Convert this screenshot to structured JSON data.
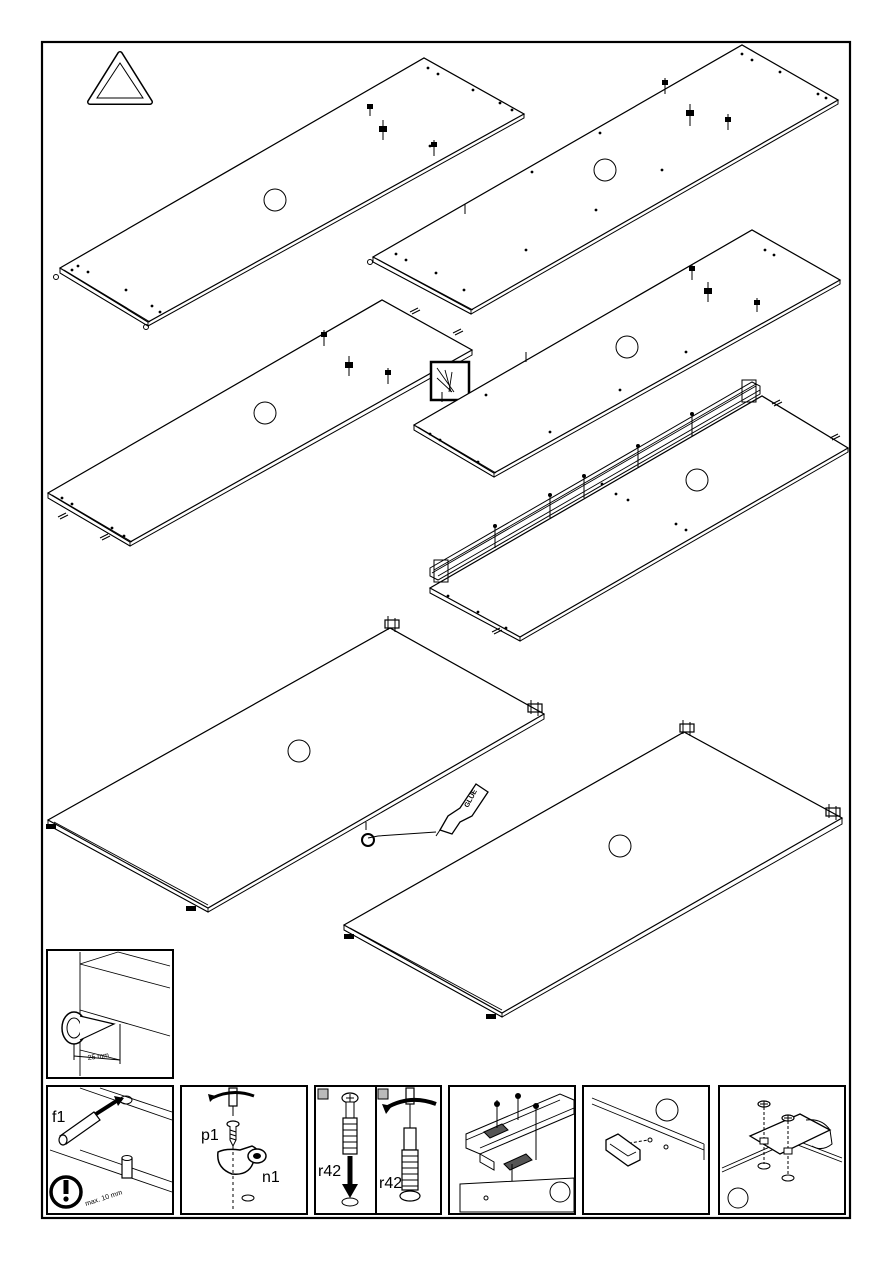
{
  "detail_labels": {
    "dowel_part": "f1",
    "screw_part": "p1",
    "cam_part": "n1",
    "bolt_part": "r42",
    "bolt_part_repeat": "r42",
    "dowel_depth": "max. 10 mm",
    "edge_distance": "25 mm",
    "glue": "GLUE"
  },
  "icons": [
    "warning-triangle-icon",
    "glue-bottle-icon",
    "exclamation-icon",
    "screwdriver-icon",
    "rotate-arrow-icon"
  ]
}
